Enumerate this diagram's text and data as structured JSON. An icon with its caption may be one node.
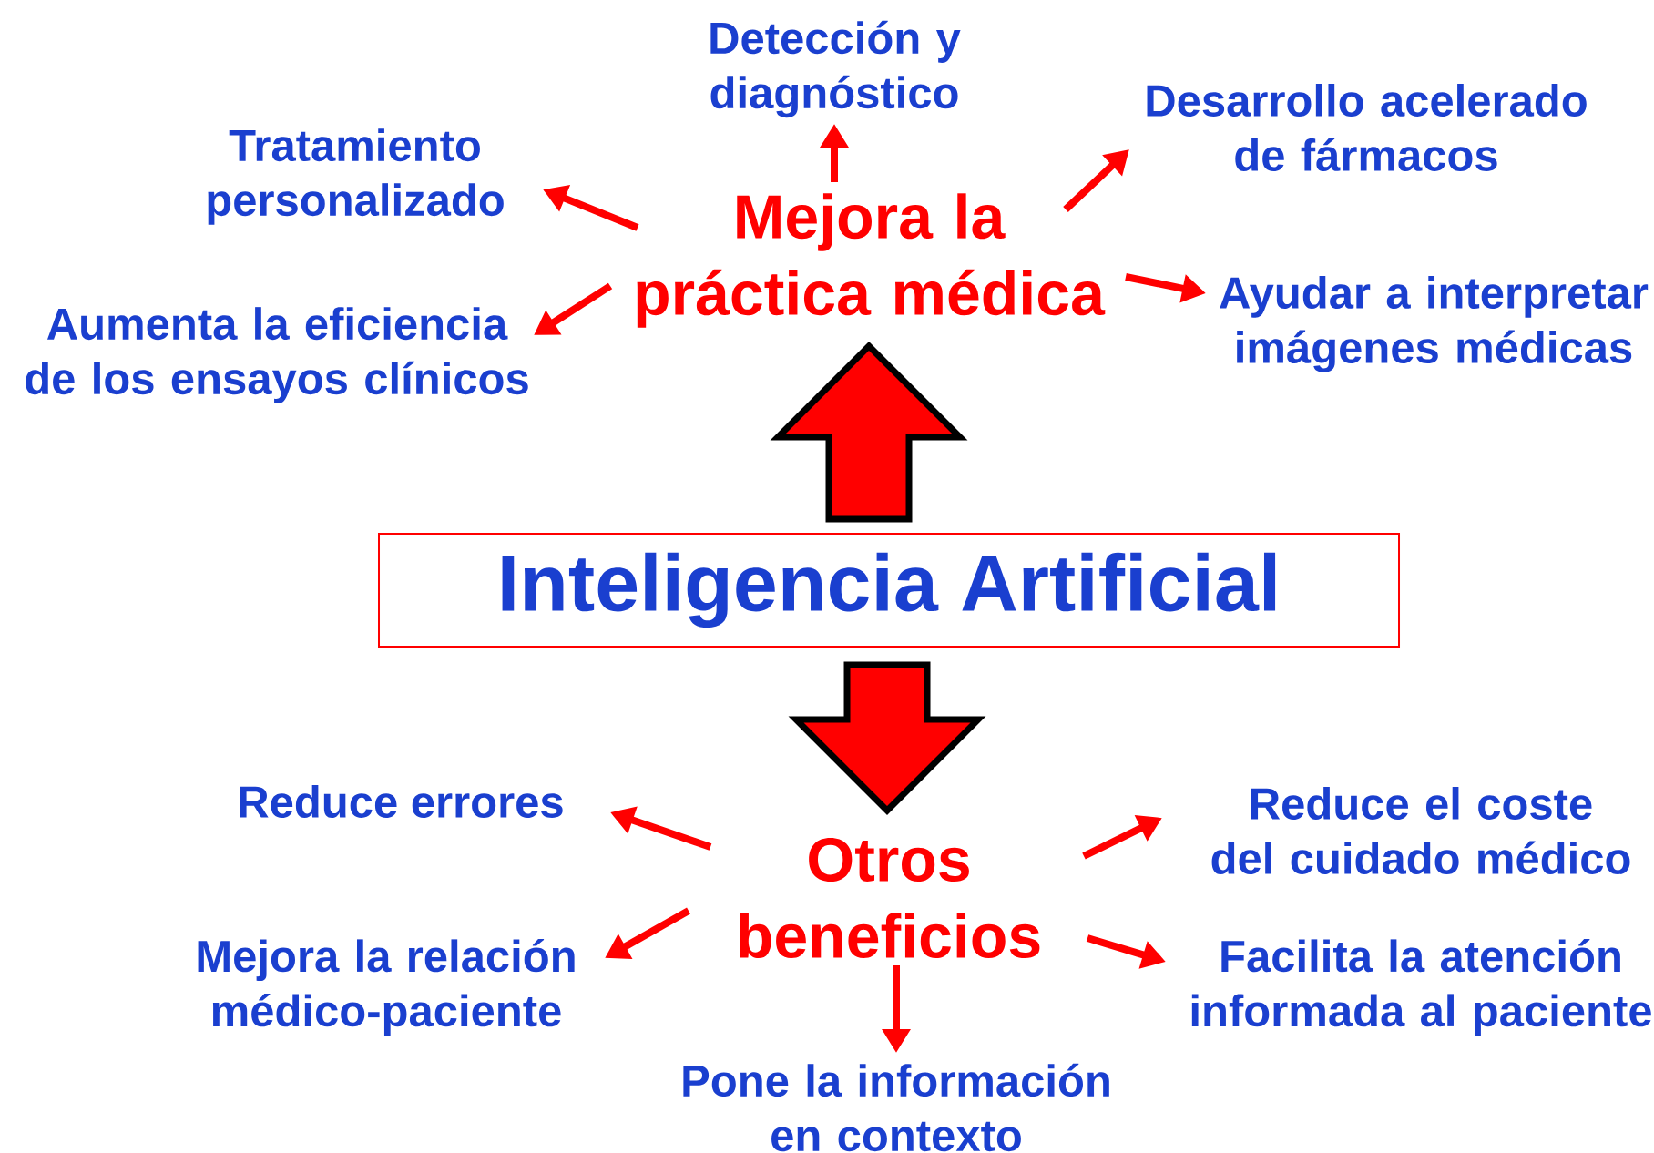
{
  "diagram": {
    "nodes": [
      {
        "text": [
          "Inteligencia Artificial"
        ]
      },
      {
        "text": [
          "Mejora la práctica médica"
        ]
      },
      {
        "text": [
          "Detección y diagnóstico"
        ]
      },
      {
        "text": [
          "Desarrollo acelerado de fármacos"
        ]
      },
      {
        "text": [
          "Tratamiento personalizado"
        ]
      },
      {
        "text": [
          "Aumenta la eficiencia de los ensayos clínicos"
        ]
      },
      {
        "text": [
          "Ayudar a interpretar imágenes médicas"
        ]
      },
      {
        "text": [
          "Otros beneficios"
        ]
      },
      {
        "text": [
          "Reduce errores"
        ]
      },
      {
        "text": [
          "Reduce el coste del cuidado médico"
        ]
      },
      {
        "text": [
          "Mejora la relación médico-paciente"
        ]
      },
      {
        "text": [
          "Facilita la atención informada al paciente"
        ]
      },
      {
        "text": [
          "Pone la información en contexto"
        ]
      }
    ],
    "edges": [
      {
        "from": 0,
        "to": 1,
        "arrow": "to",
        "style": "thick"
      },
      {
        "from": 1,
        "to": 2,
        "arrow": "to"
      },
      {
        "from": 1,
        "to": 3,
        "arrow": "to"
      },
      {
        "from": 1,
        "to": 4,
        "arrow": "to"
      },
      {
        "from": 1,
        "to": 5,
        "arrow": "to"
      },
      {
        "from": 1,
        "to": 6,
        "arrow": "to"
      },
      {
        "from": 0,
        "to": 7,
        "arrow": "to",
        "style": "thick"
      },
      {
        "from": 7,
        "to": 8,
        "arrow": "to"
      },
      {
        "from": 7,
        "to": 9,
        "arrow": "to"
      },
      {
        "from": 7,
        "to": 10,
        "arrow": "to"
      },
      {
        "from": 7,
        "to": 11,
        "arrow": "to"
      },
      {
        "from": 7,
        "to": 12,
        "arrow": "to"
      }
    ]
  }
}
